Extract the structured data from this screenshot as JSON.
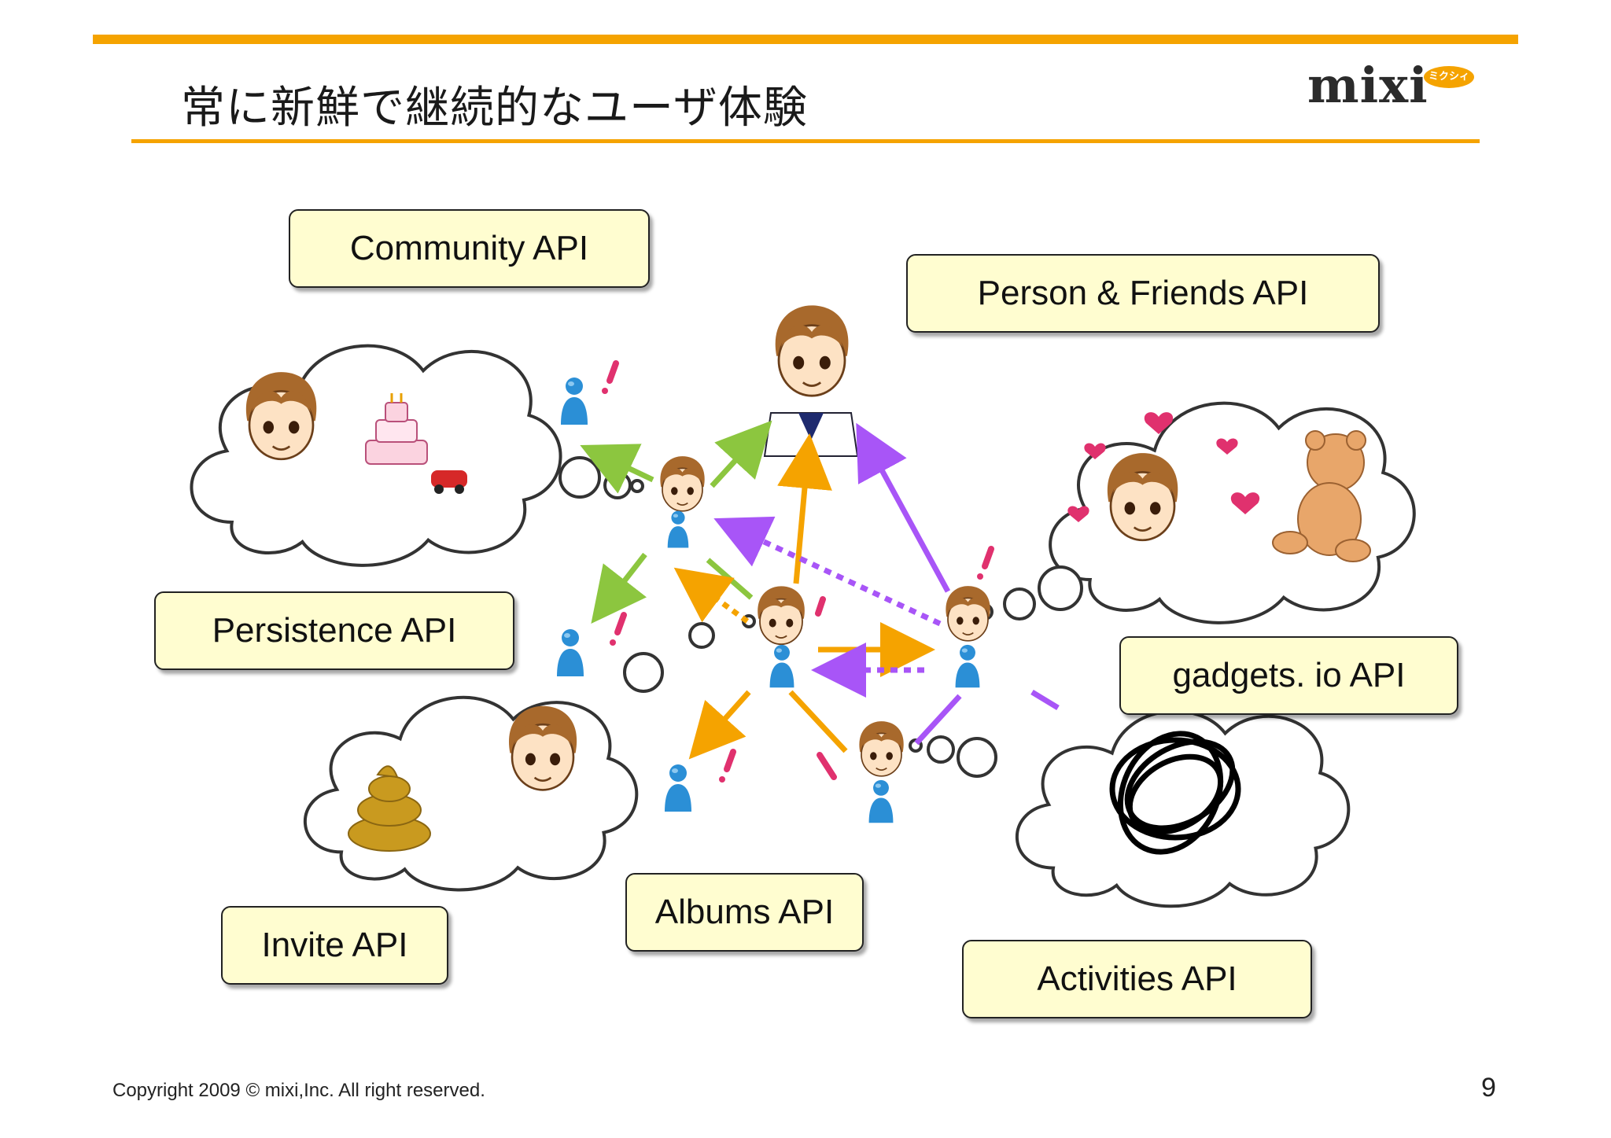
{
  "slide": {
    "title": "常に新鮮で継続的なユーザ体験",
    "page_number": "9",
    "copyright": "Copyright 2009 © mixi,Inc.   All right reserved."
  },
  "logo": {
    "text": "mixi",
    "tag": "ミクシィ"
  },
  "apis": {
    "community": "Community API",
    "person_friends": "Person & Friends API",
    "persistence": "Persistence API",
    "gadgets_io": "gadgets. io API",
    "invite": "Invite API",
    "albums": "Albums API",
    "activities": "Activities API"
  },
  "colors": {
    "accent": "#f5a300",
    "green_arrow": "#8cc63f",
    "orange_arrow": "#f5a300",
    "purple_arrow": "#a855f7",
    "user_blue": "#2b8fd6",
    "label_bg": "#fffdd0"
  }
}
